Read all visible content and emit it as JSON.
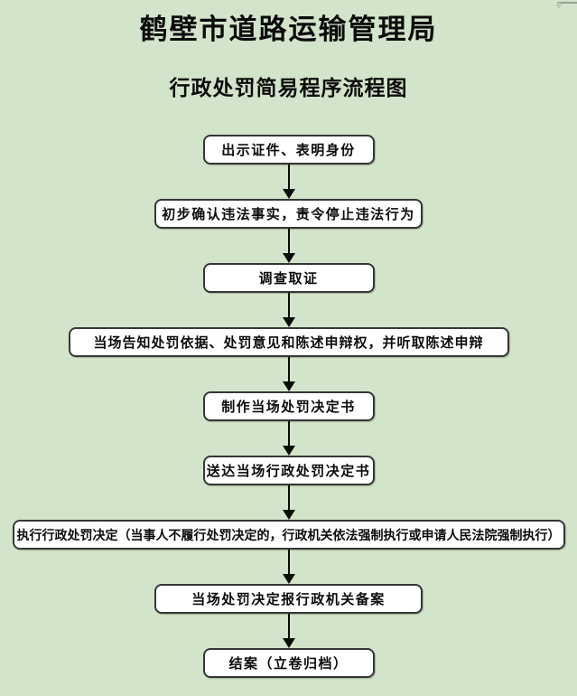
{
  "page": {
    "title": "鹤壁市道路运输管理局",
    "subtitle": "行政处罚简易程序流程图",
    "colors": {
      "background": "#d2e4c9",
      "box_fill": "#ffffff",
      "box_border": "#363636",
      "arrow": "#0b0b0b",
      "corner_mark": "#96a58f"
    }
  },
  "flow": {
    "steps": [
      {
        "label": "出示证件、表明身份",
        "size": "s"
      },
      {
        "label": "初步确认违法事实，责令停止违法行为",
        "size": "m"
      },
      {
        "label": "调查取证",
        "size": "s"
      },
      {
        "label": "当场告知处罚依据、处罚意见和陈述申辩权，并听取陈述申辩",
        "size": "l"
      },
      {
        "label": "制作当场处罚决定书",
        "size": "s"
      },
      {
        "label": "送达当场行政处罚决定书",
        "size": "s"
      },
      {
        "label": "执行行政处罚决定（当事人不履行处罚决定的，行政机关依法强制执行或申请人民法院强制执行）",
        "size": "xl"
      },
      {
        "label": "当场处罚决定报行政机关备案",
        "size": "m"
      },
      {
        "label": "结案（立卷归档）",
        "size": "s"
      }
    ]
  }
}
